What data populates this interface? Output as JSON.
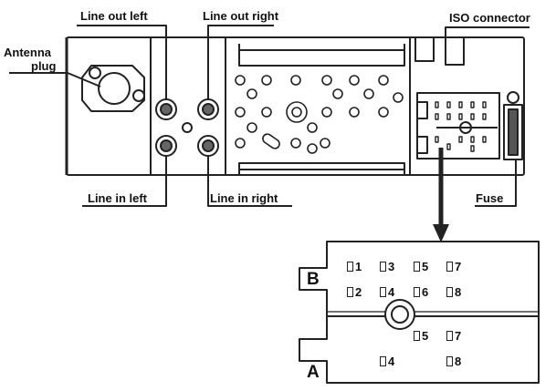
{
  "labels": {
    "line_out_left": "Line out left",
    "line_out_right": "Line out right",
    "iso_connector": "ISO connector",
    "antenna_line1": "Antenna",
    "antenna_line2": "plug",
    "line_in_left": "Line in left",
    "line_in_right": "Line in right",
    "fuse": "Fuse"
  },
  "connector": {
    "row_b": {
      "letter": "B",
      "pins": [
        "1",
        "3",
        "5",
        "7",
        "2",
        "4",
        "6",
        "8"
      ]
    },
    "row_a": {
      "letter": "A",
      "pins": [
        "5",
        "7",
        "4",
        "8"
      ]
    }
  }
}
